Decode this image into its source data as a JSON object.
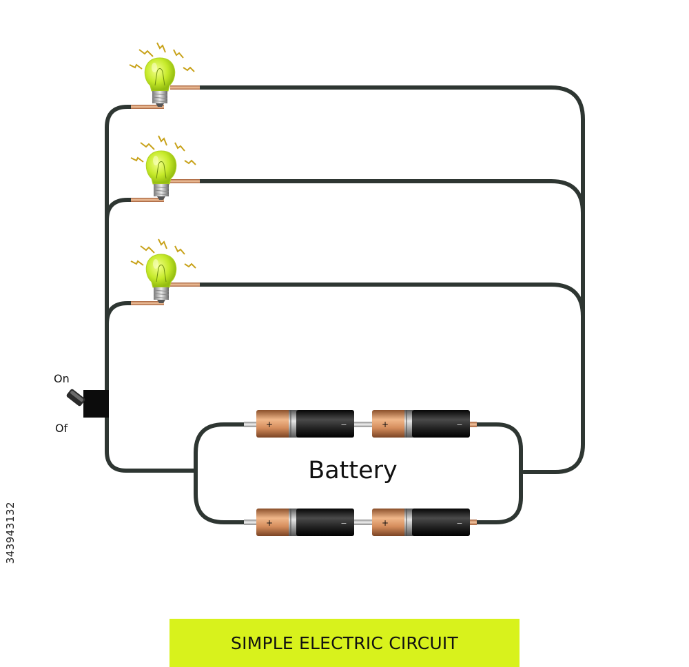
{
  "labels": {
    "switch_on": "On",
    "switch_off": "Of",
    "battery": "Battery",
    "title": "SIMPLE ELECTRIC CIRCUIT",
    "plus_sign": "+",
    "minus_sign": "−"
  },
  "stock_id": "343943132",
  "colors": {
    "wire": "#2e3632",
    "title_bg": "#d8f21c",
    "bulb_glass": "#c8ec32",
    "spark": "#c8a21a",
    "copper": "#c6804f",
    "battery_black": "#1f1f1f"
  },
  "icons": [
    "light-bulb-icon",
    "spark-icon",
    "toggle-switch-icon",
    "battery-cell-icon"
  ]
}
